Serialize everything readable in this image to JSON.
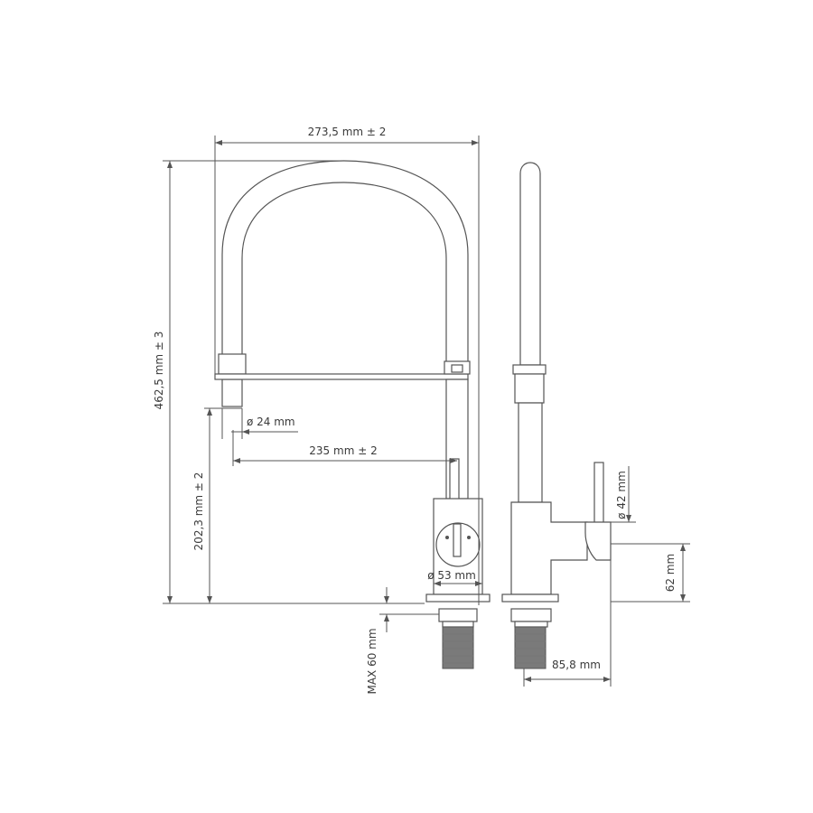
{
  "dimensions": {
    "width_total": "273,5 mm ± 2",
    "height_total": "462,5 mm ± 3",
    "hose_diameter": "ø 24 mm",
    "reach": "235 mm ± 2",
    "spout_height": "202,3 mm ± 2",
    "base_diameter": "ø 53 mm",
    "max_deck": "MAX 60 mm",
    "lever_diameter": "ø 42 mm",
    "lever_height": "62 mm",
    "depth": "85,8 mm"
  },
  "colors": {
    "line": "#555555",
    "text": "#3a3a3a",
    "thread": "#7a7a7a"
  }
}
